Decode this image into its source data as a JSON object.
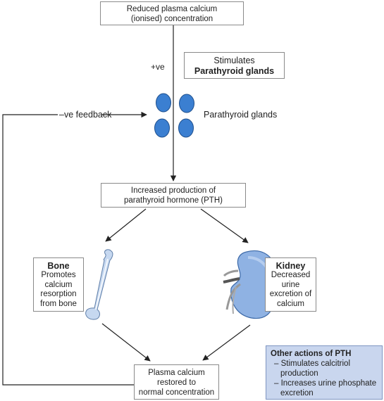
{
  "top_box": {
    "line1": "Reduced plasma calcium",
    "line2": "(ionised) concentration"
  },
  "positive_label": "+ve",
  "stimulates_box": {
    "line1": "Stimulates",
    "line2": "Parathyroid glands"
  },
  "feedback_label": "–ve feedback",
  "glands_label": "Parathyroid glands",
  "pth_box": {
    "line1": "Increased production of",
    "line2": "parathyroid hormone (PTH)"
  },
  "bone_box": {
    "title": "Bone",
    "line1": "Promotes",
    "line2": "calcium",
    "line3": "resorption",
    "line4": "from bone"
  },
  "kidney_box": {
    "title": "Kidney",
    "line1": "Decreased",
    "line2": "urine",
    "line3": "excretion of",
    "line4": "calcium"
  },
  "result_box": {
    "line1": "Plasma calcium",
    "line2": "restored to",
    "line3": "normal concentration"
  },
  "other_actions": {
    "title": "Other actions of PTH",
    "items": [
      "– Stimulates calcitriol production",
      "– Increases urine phosphate excretion"
    ]
  },
  "colors": {
    "gland_fill": "#3b7fd1",
    "bone_fill": "#c6d8f0",
    "kidney_fill": "#8fb2e3",
    "info_box_fill": "#c9d6ee"
  }
}
